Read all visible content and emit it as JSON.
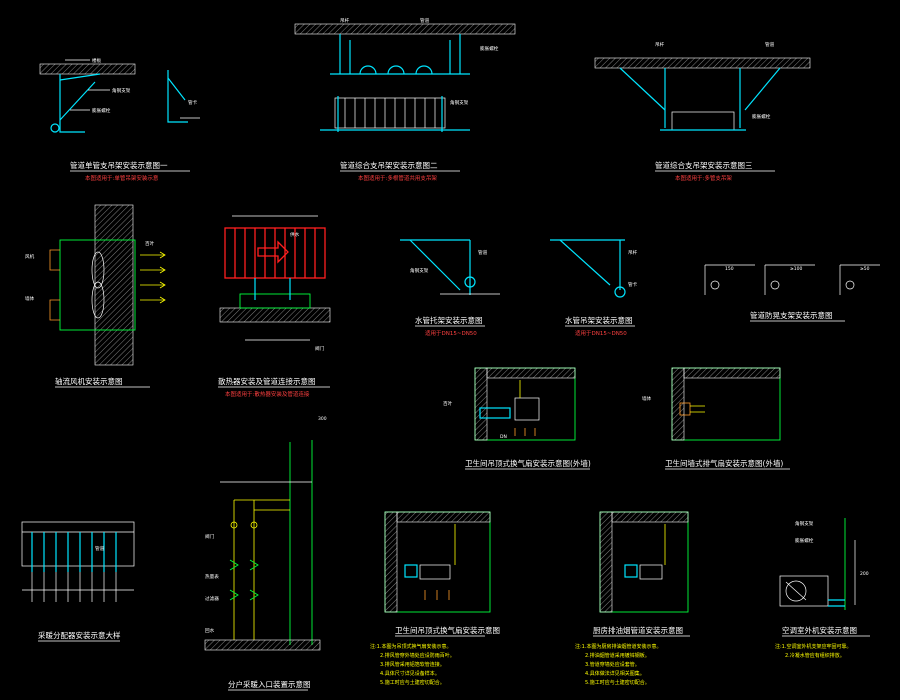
{
  "colors": {
    "background": "#000000",
    "pipe": "#00e5ff",
    "wall": "#00ff3c",
    "title": "#ffffff",
    "note": "#ffff00",
    "subnote": "#ff4040",
    "heater": "#ff2020"
  },
  "sheet": {
    "titles": {
      "p1": "管道单管支吊架安装示意图一",
      "p2": "管道综合支吊架安装示意图二",
      "p3": "管道综合支吊架安装示意图三",
      "p4": "轴流风机安装示意图",
      "p5": "散热器安装及管道连接示意图",
      "p6": "水管托架安装示意图",
      "p7": "水管吊架安装示意图",
      "p8": "管道防晃支架安装示意图",
      "p9": "卫生间吊顶式换气扇安装示意图(外墙)",
      "p10": "卫生间墙式排气扇安装示意图(外墙)",
      "p11": "采暖分配器安装示意大样",
      "p12": "分户采暖入口装置示意图",
      "p13": "卫生间吊顶式换气扇安装示意图",
      "p14": "厨房排油烟管道安装示意图",
      "p15": "空调室外机安装示意图"
    },
    "subtitles": {
      "p1": "本图适用于:单管吊架安装示意",
      "p2": "本图适用于:多根管道共用支吊架",
      "p3": "本图适用于:多管支吊架",
      "p5": "本图适用于:散热器安装及管道连接",
      "p6": "适用于DN15~DN50",
      "p7": "适用于DN15~DN50"
    },
    "labels": {
      "ceiling": "楼板",
      "pipe": "管道",
      "bracket": "角钢支架",
      "hanger": "吊杆",
      "bolt": "膨胀螺栓",
      "clamp": "管卡",
      "fan": "风机",
      "louver": "百叶",
      "wall": "墙体",
      "heater_supply": "供水",
      "heater_return": "回水",
      "valve": "阀门",
      "meter": "热量表",
      "filter": "过滤器"
    },
    "notes_left": [
      "注:1.本图为吊顶式换气扇安装示意。",
      "2.排风管穿外墙处应设防雨百叶。",
      "3.排风管采用铝箔软管连接。",
      "4.具体尺寸详见设备样本。",
      "5.施工时应与土建密切配合。"
    ],
    "notes_mid": [
      "注:1.本图为厨房排油烟管道安装示意。",
      "2.排油烟管道采用镀锌钢板。",
      "3.管道穿墙处应设套管。",
      "4.具体做法详见相关图集。",
      "5.施工时应与土建密切配合。"
    ],
    "notes_right": [
      "注:1.空调室外机支架应牢固可靠。",
      "2.冷凝水管应有组织排放。"
    ],
    "dims": {
      "d1": "200",
      "d2": "300",
      "d3": "150",
      "d4": "≥100",
      "d5": "DN",
      "d6": "≥50"
    }
  }
}
